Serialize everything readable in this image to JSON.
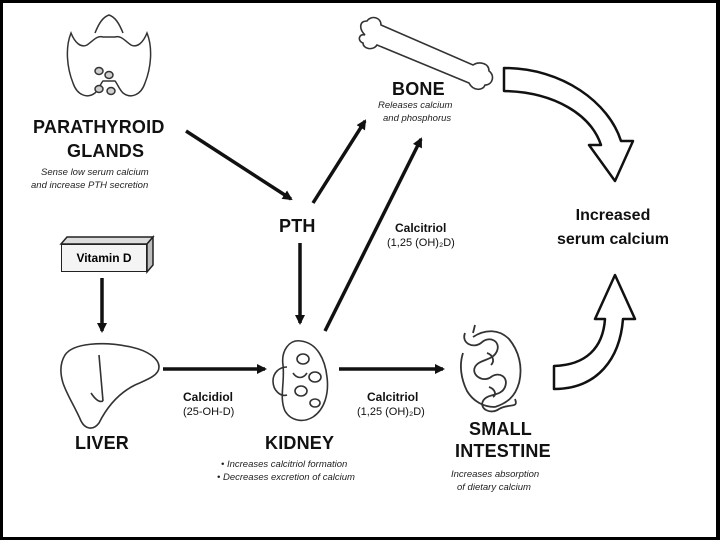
{
  "parathyroid": {
    "title_line1": "PARATHYROID",
    "title_line2": "GLANDS",
    "desc_line1": "Sense low serum calcium",
    "desc_line2": "and  increase PTH secretion"
  },
  "bone": {
    "title": "BONE",
    "desc_line1": "Releases calcium",
    "desc_line2": "and phosphorus"
  },
  "pth": {
    "label": "PTH"
  },
  "vitamin_d": {
    "label": "Vitamin D"
  },
  "liver": {
    "label": "LIVER"
  },
  "kidney": {
    "title": "KIDNEY",
    "bullet1": "• Increases calcitriol formation",
    "bullet2": "• Decreases excretion of calcium"
  },
  "calcidiol": {
    "name": "Calcidiol",
    "formula": "(25-OH-D)"
  },
  "calcitriol_bone": {
    "name": "Calcitriol",
    "formula": "(1,25 (OH)₂D)"
  },
  "calcitriol_intestine": {
    "name": "Calcitriol",
    "formula": "(1,25 (OH)₂D)"
  },
  "intestine": {
    "title_line1": "SMALL",
    "title_line2": "INTESTINE",
    "desc_line1": "Increases absorption",
    "desc_line2": "of dietary calcium"
  },
  "result": {
    "line1": "Increased",
    "line2": "serum calcium"
  },
  "icons": [
    "thyroid-icon",
    "bone-icon",
    "liver-icon",
    "kidney-icon",
    "intestine-icon",
    "vitamin-d-box-icon"
  ]
}
